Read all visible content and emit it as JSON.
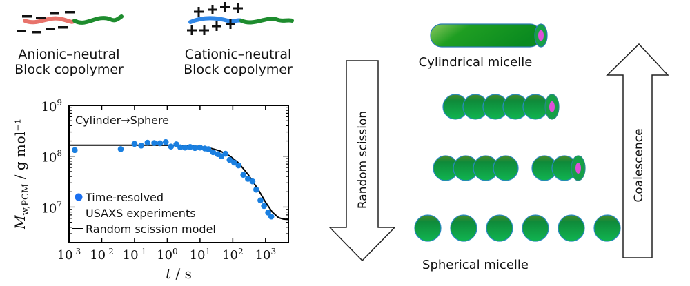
{
  "polymers": [
    {
      "name": "Anionic–neutral",
      "line2": "Block copolymer",
      "charge_symbol": "−",
      "charged_block_color": "#e8736b",
      "neutral_block_color": "#1e8c2e"
    },
    {
      "name": "Cationic–neutral",
      "line2": "Block copolymer",
      "charge_symbol": "+",
      "charged_block_color": "#2f86e6",
      "neutral_block_color": "#1e8c2e"
    }
  ],
  "chart_data": {
    "type": "scatter",
    "title": "",
    "annotation": "Cylinder→Sphere",
    "xlabel": "t / s",
    "ylabel": "M_w,PCM / g mol⁻¹",
    "xscale": "log",
    "yscale": "log",
    "xlim": [
      0.001,
      5000
    ],
    "ylim": [
      2000000,
      1000000000
    ],
    "xticks": [
      0.001,
      0.01,
      0.1,
      1,
      10,
      100,
      1000
    ],
    "xtick_labels": [
      {
        "base": "10",
        "exp": "-3"
      },
      {
        "base": "10",
        "exp": "-2"
      },
      {
        "base": "10",
        "exp": "-1"
      },
      {
        "base": "10",
        "exp": "0"
      },
      {
        "base": "10",
        "exp": "1"
      },
      {
        "base": "10",
        "exp": "2"
      },
      {
        "base": "10",
        "exp": "3"
      }
    ],
    "yticks": [
      10000000,
      100000000,
      1000000000
    ],
    "ytick_labels": [
      {
        "base": "10",
        "exp": "7"
      },
      {
        "base": "10",
        "exp": "8"
      },
      {
        "base": "10",
        "exp": "9"
      }
    ],
    "legend_position": "lower-left",
    "series": [
      {
        "name": "Time-resolved USAXS experiments",
        "legend_line2": "USAXS experiments",
        "legend_line1": "Time-resolved",
        "kind": "scatter",
        "color": "#1a7fe0",
        "points": [
          [
            0.0015,
            132000000.0
          ],
          [
            0.038,
            138000000.0
          ],
          [
            0.1,
            175000000.0
          ],
          [
            0.16,
            162000000.0
          ],
          [
            0.25,
            185000000.0
          ],
          [
            0.4,
            182000000.0
          ],
          [
            0.6,
            180000000.0
          ],
          [
            0.9,
            190000000.0
          ],
          [
            1.3,
            155000000.0
          ],
          [
            1.9,
            172000000.0
          ],
          [
            2.5,
            150000000.0
          ],
          [
            3.5,
            148000000.0
          ],
          [
            5,
            152000000.0
          ],
          [
            7,
            145000000.0
          ],
          [
            10,
            148000000.0
          ],
          [
            14,
            142000000.0
          ],
          [
            18,
            138000000.0
          ],
          [
            25,
            120000000.0
          ],
          [
            35,
            110000000.0
          ],
          [
            45,
            100000000.0
          ],
          [
            60,
            112000000.0
          ],
          [
            80,
            85000000.0
          ],
          [
            110,
            75000000.0
          ],
          [
            150,
            66000000.0
          ],
          [
            210,
            43000000.0
          ],
          [
            290,
            36000000.0
          ],
          [
            400,
            32000000.0
          ],
          [
            520,
            22000000.0
          ],
          [
            700,
            13500000.0
          ],
          [
            900,
            10500000.0
          ],
          [
            1200,
            7800000.0
          ],
          [
            1500,
            6500000.0
          ]
        ]
      },
      {
        "name": "Random scission model",
        "kind": "line",
        "color": "#000000",
        "points": [
          [
            0.001,
            165000000.0
          ],
          [
            0.1,
            165000000.0
          ],
          [
            1,
            164000000.0
          ],
          [
            5,
            160000000.0
          ],
          [
            10,
            155000000.0
          ],
          [
            20,
            145000000.0
          ],
          [
            40,
            128000000.0
          ],
          [
            80,
            102000000.0
          ],
          [
            150,
            74000000.0
          ],
          [
            300,
            43000000.0
          ],
          [
            600,
            22000000.0
          ],
          [
            1000,
            12500000.0
          ],
          [
            1600,
            8000000.0
          ],
          [
            2500,
            6200000.0
          ],
          [
            3500,
            5800000.0
          ],
          [
            5000,
            5700000.0
          ]
        ]
      }
    ]
  },
  "scheme": {
    "top_label": "Cylindrical micelle",
    "bottom_label": "Spherical micelle",
    "down_arrow_label": "Random scission",
    "up_arrow_label": "Coalescence",
    "shell_color": "#16a046",
    "core_color": "#e050d8",
    "rows": [
      {
        "type": "cylinder"
      },
      {
        "type": "chain",
        "segments": [
          6
        ]
      },
      {
        "type": "chain",
        "segments": [
          4,
          3
        ]
      },
      {
        "type": "spheres",
        "count": 6
      }
    ]
  }
}
